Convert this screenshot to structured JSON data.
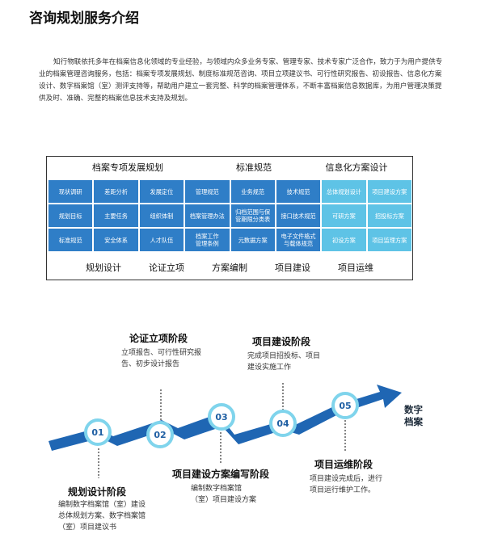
{
  "page_title": "咨询规划服务介绍",
  "intro": "知行物联依托多年在档案信息化领域的专业经验，与领域内众多业务专家、管理专家、技术专家广泛合作，致力于为用户提供专业的档案管理咨询服务，包括：档案专项发展规划、制度标准规范咨询、项目立项建议书、可行性研究报告、初设报告、信息化方案设计、数字档案馆（室）测评支持等，帮助用户建立一套完整、科学的档案管理体系，不断丰富档案信息数据库，为用户管理决策提供及时、准确、完整的档案信息技术支持及规划。",
  "matrix": {
    "headers": [
      "档案专项发展规划",
      "标准规范",
      "信息化方案设计"
    ],
    "rows": [
      [
        "现状调研",
        "差距分析",
        "发展定位",
        "管理规范",
        "业务规范",
        "技术规范",
        "总体规划设计",
        "项目建设方案"
      ],
      [
        "规划目标",
        "主要任务",
        "组织体制",
        "档案管理办法",
        "归档范围与保\n管期限分类表",
        "接口技术规范",
        "可研方案",
        "招投标方案"
      ],
      [
        "标准规范",
        "安全体系",
        "人才队伍",
        "档案工作\n管理条例",
        "元数据方案",
        "电子文件格式\n与载体规范",
        "初设方案",
        "项目监理方案"
      ]
    ],
    "footer": [
      "规划设计",
      "论证立项",
      "方案编制",
      "项目建设",
      "项目运维"
    ]
  },
  "timeline": {
    "stages": [
      {
        "num": "01",
        "title": "规划设计阶段",
        "desc": "编制数字档案馆（室）建设总体规划方案、数字档案馆（室）项目建议书"
      },
      {
        "num": "02",
        "title": "论证立项阶段",
        "desc": "立项报告、可行性研究报告、初步设计报告"
      },
      {
        "num": "03",
        "title": "项目建设方案编写阶段",
        "desc": "编制数字档案馆（室）项目建设方案"
      },
      {
        "num": "04",
        "title": "项目建设阶段",
        "desc": "完成项目招投标、项目建设实施工作"
      },
      {
        "num": "05",
        "title": "项目运维阶段",
        "desc": "项目建设完成后，进行项目运行维护工作。"
      }
    ],
    "end_label": "数字档案",
    "colors": {
      "arrow": "#1f66b3",
      "circle_border": "#7fd4ec",
      "cell_dark": "#2f7ec7",
      "cell_light": "#5ec3e6"
    }
  }
}
